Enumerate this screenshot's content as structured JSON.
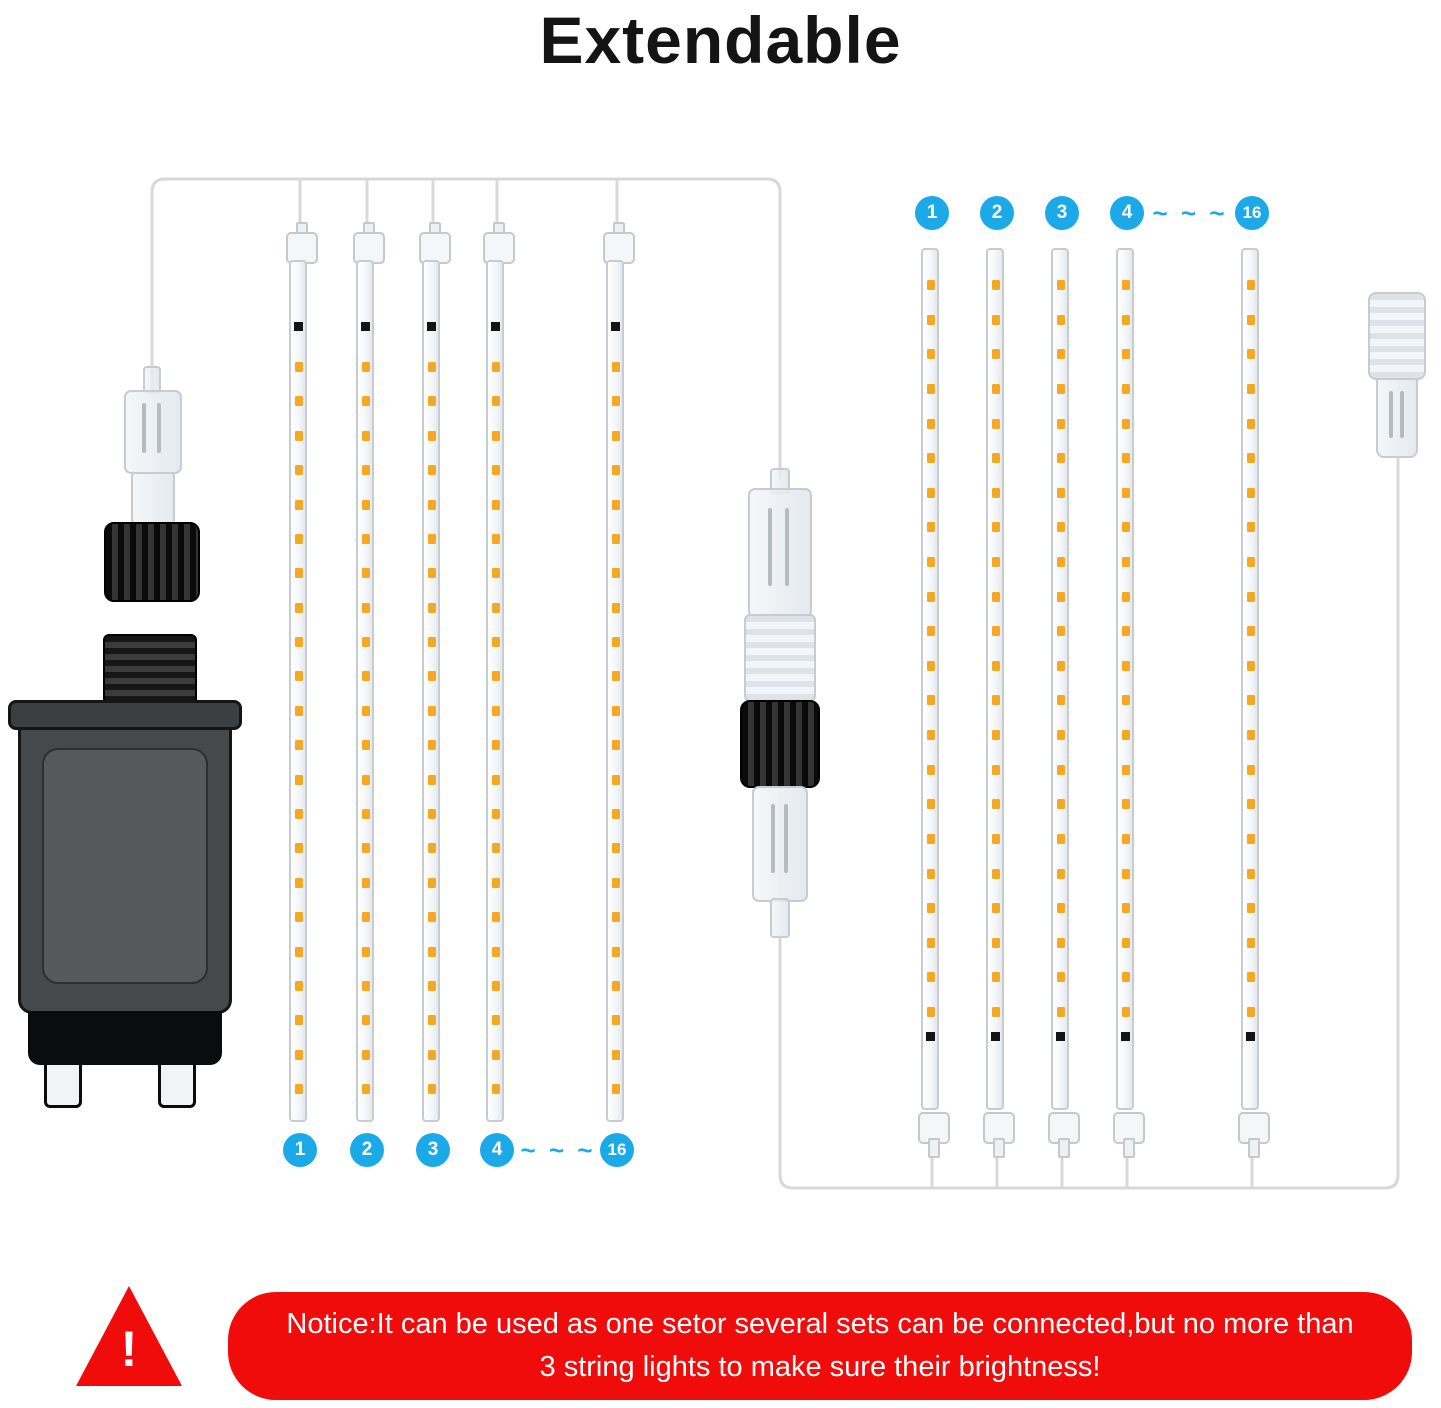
{
  "title": "Extendable",
  "colors": {
    "accent_blue": "#1ba9e8",
    "led_orange": "#f5a821",
    "notice_red": "#f10c0c",
    "wire_gray": "#d8d8d8"
  },
  "left_group": {
    "labels": [
      "1",
      "2",
      "3",
      "4"
    ],
    "tilde": "~ ~ ~",
    "last_label": "16"
  },
  "right_group": {
    "labels": [
      "1",
      "2",
      "3",
      "4"
    ],
    "tilde": "~ ~ ~",
    "last_label": "16"
  },
  "notice": {
    "icon": "!",
    "line1": "Notice:It can be used as one setor several sets can be connected,but no more than",
    "line2": "3 string lights to make sure their brightness!"
  },
  "layout_hints": {
    "tubes_per_group": 5,
    "leds_per_tube": 22
  }
}
